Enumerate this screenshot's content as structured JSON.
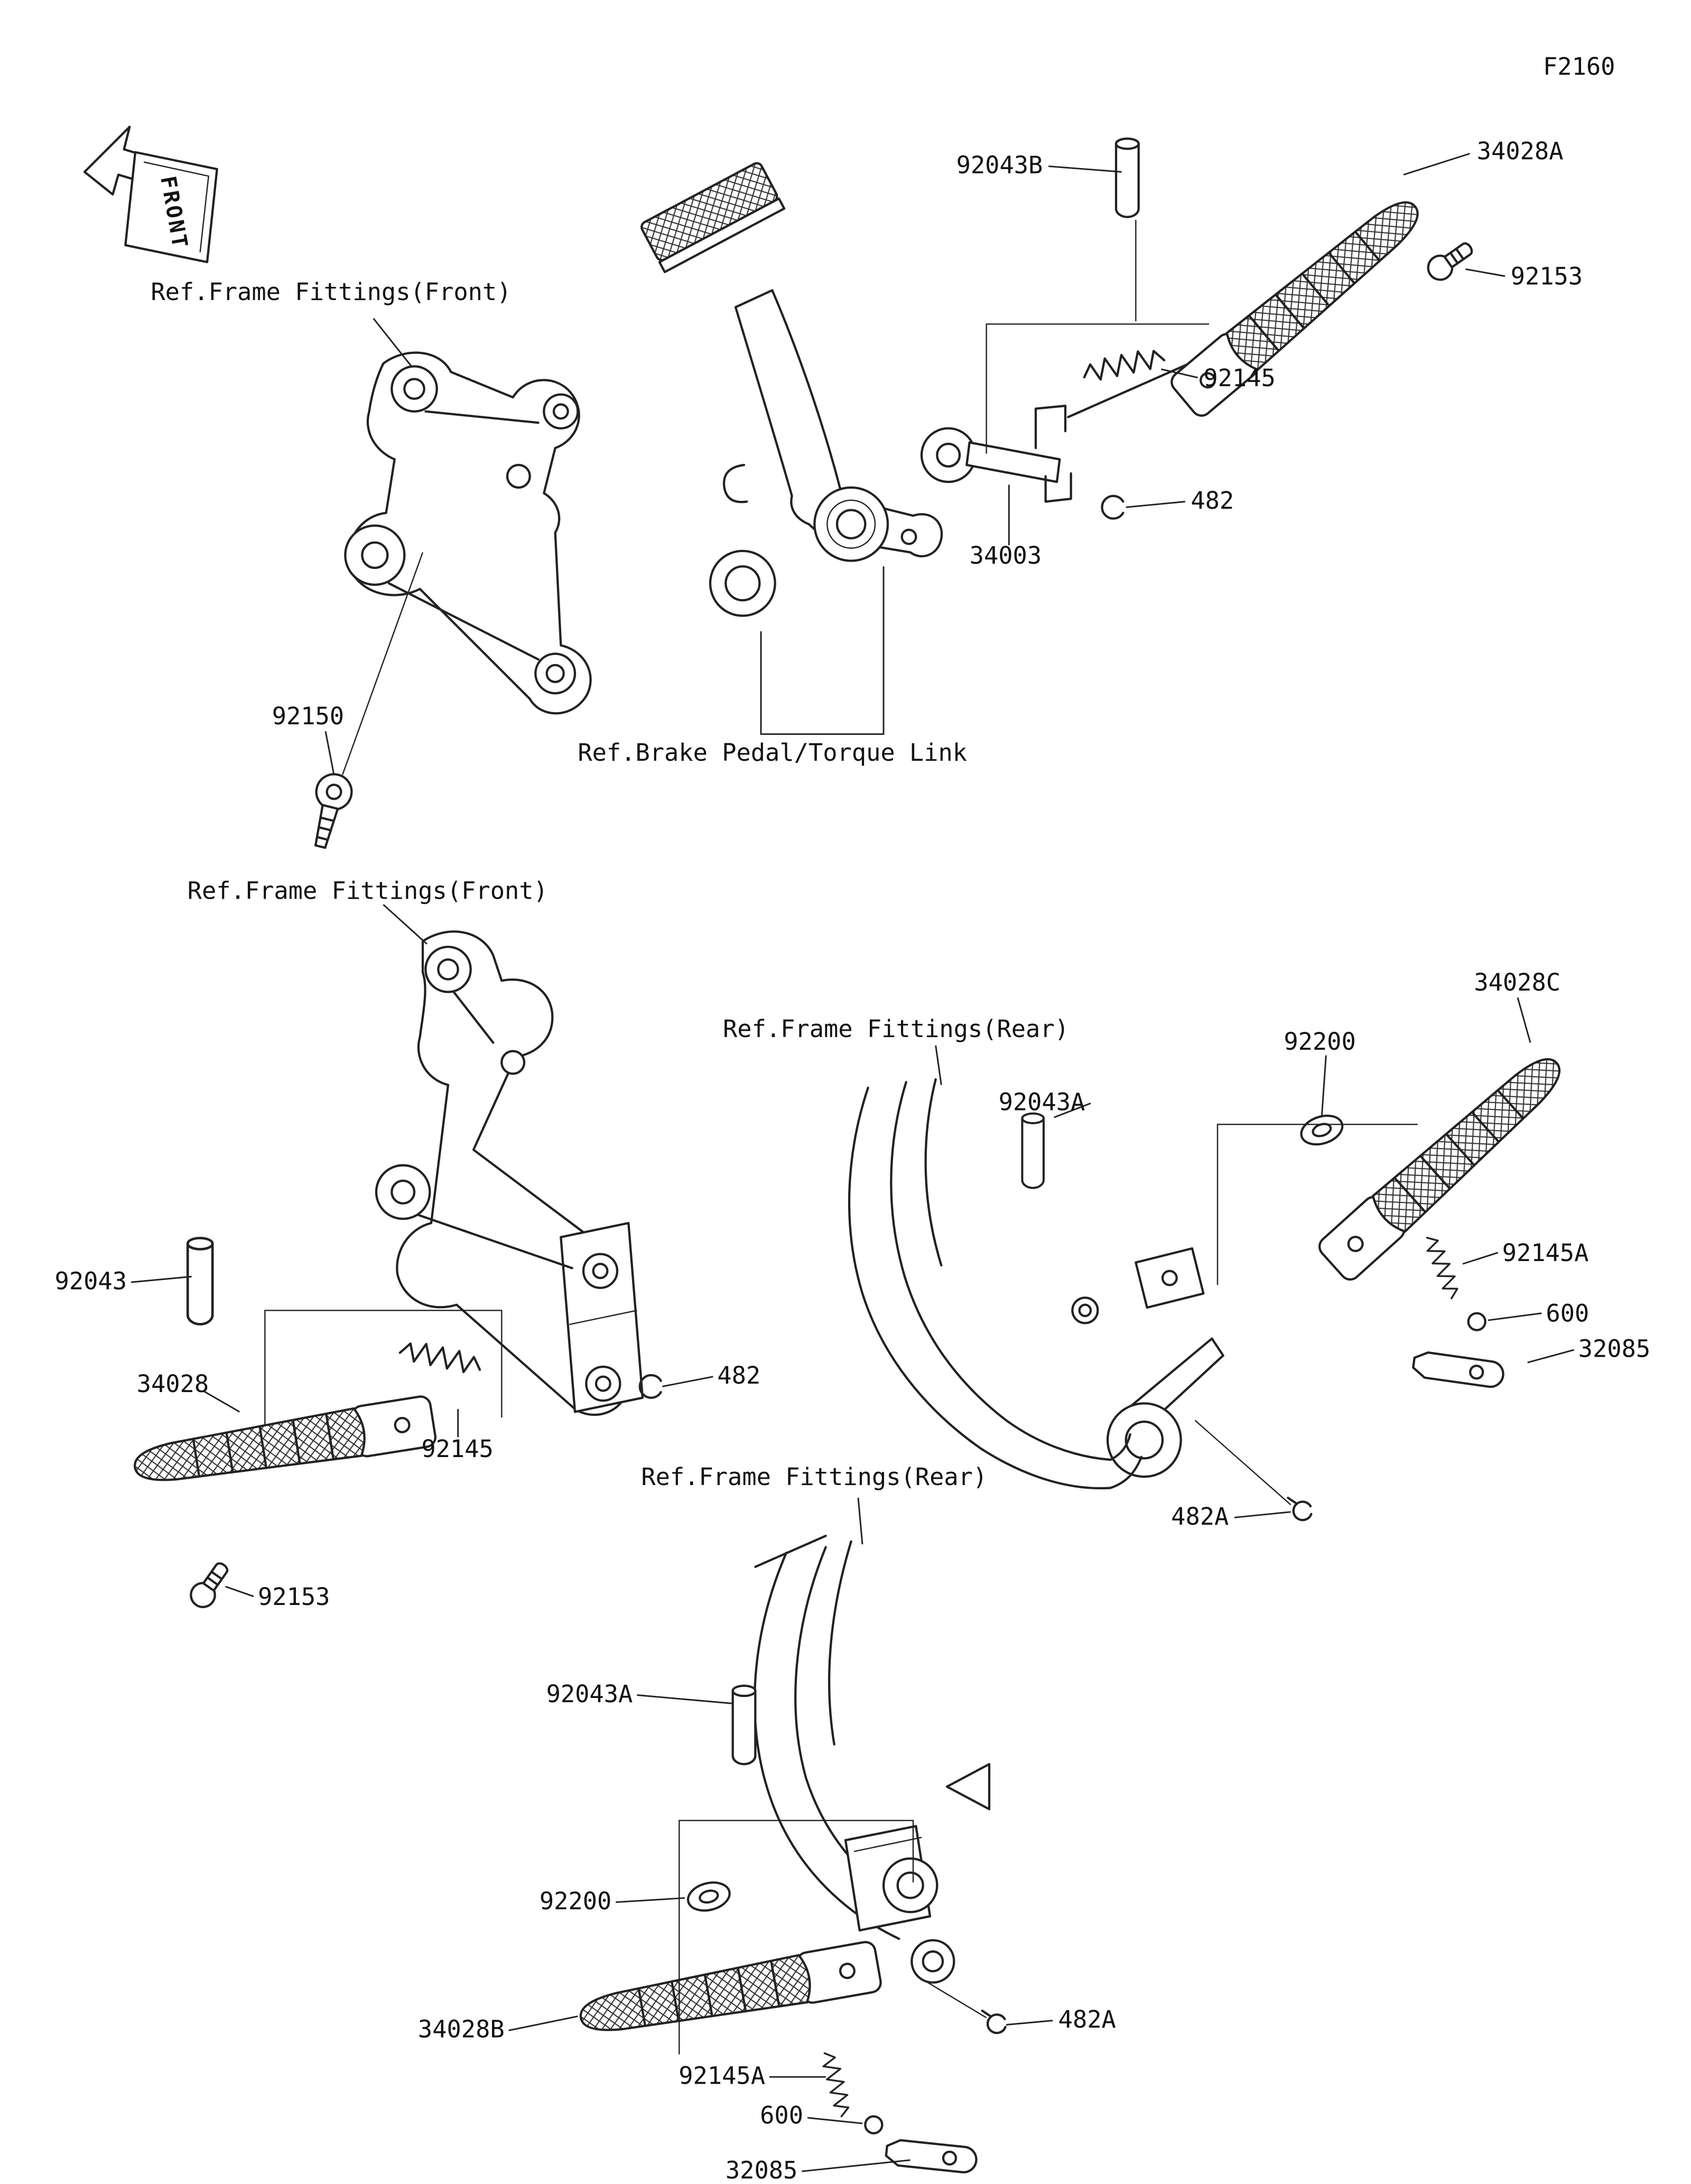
{
  "page": {
    "code": "F2160",
    "front_badge": "FRONT"
  },
  "refs": {
    "frame_front": "Ref.Frame Fittings(Front)",
    "frame_rear": "Ref.Frame Fittings(Rear)",
    "brake_pedal": "Ref.Brake Pedal/Torque Link"
  },
  "parts": {
    "p34028A": "34028A",
    "p34028B": "34028B",
    "p34028C": "34028C",
    "p34028": "34028",
    "p34003": "34003",
    "p32085": "32085",
    "p92043": "92043",
    "p92043A": "92043A",
    "p92043B": "92043B",
    "p92145": "92145",
    "p92145A": "92145A",
    "p92150": "92150",
    "p92153": "92153",
    "p92200": "92200",
    "p482": "482",
    "p482A": "482A",
    "p600": "600"
  }
}
